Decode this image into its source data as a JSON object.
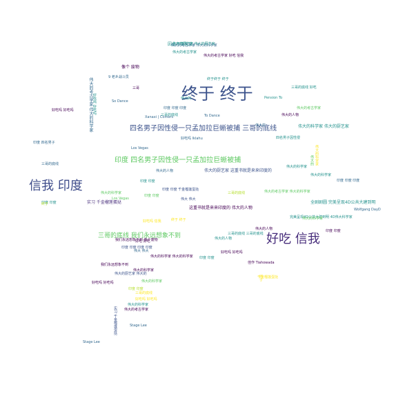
{
  "words": [
    {
      "text": "终于 终于",
      "color": "#3b528b"
    },
    {
      "text": "信我 印度",
      "color": "#3e4c8a"
    },
    {
      "text": "好吃 信我",
      "color": "#472d7b"
    },
    {
      "text": "四名男子因性侵一只孟加拉巨蜥被捕 三哥的底线",
      "color": "#3b528b"
    },
    {
      "text": "印度 四名男子因性侵一只孟加拉巨蜥被捕",
      "color": "#5ec962"
    },
    {
      "text": "三哥的底线 我们永远想象不到",
      "color": "#5ec962"
    },
    {
      "text": "因此不变英文",
      "color": "#21918c"
    },
    {
      "text": "伟大的考古学家 伟大的科学家",
      "color": "#31688e"
    },
    {
      "text": "实习 千金榴莲蛋挞",
      "color": "#472d7b"
    },
    {
      "text": "伟大的厨艺家 这重书就是来来印度的",
      "color": "#3b528b"
    },
    {
      "text": "好吃吗 Iklahu",
      "color": "#31688e"
    },
    {
      "text": "像个 废物",
      "color": "#440154"
    },
    {
      "text": "9 老乡战斗员",
      "color": "#31688e"
    },
    {
      "text": "Xanaxi | Comers",
      "color": "#31688e"
    },
    {
      "text": "So Dance",
      "color": "#31688e"
    },
    {
      "text": "Pension To",
      "color": "#21918c"
    },
    {
      "text": "Los Vegas",
      "color": "#31688e"
    },
    {
      "text": "Stage Lee",
      "color": "#31688e"
    },
    {
      "text": "To Dance",
      "color": "#31688e"
    },
    {
      "text": "Wolfgang DayD",
      "color": "#31688e"
    },
    {
      "text": "佳作 Tiahowada",
      "color": "#440154"
    },
    {
      "text": "全剧剧圆 完美呈现4D公共大建到明",
      "color": "#21918c"
    },
    {
      "text": "完美呈现4D公共大建到明 4D伟大科学家",
      "color": "#21918c"
    },
    {
      "text": "伟大的科学家 伟大的厨艺家",
      "color": "#21918c"
    },
    {
      "text": "伟大的考古学家 伟大的科学家",
      "color": "#5ec962"
    },
    {
      "text": "伟大的厨艺家 伟大的厨艺家",
      "color": "#21918c"
    },
    {
      "text": "印度 印度 印度",
      "color": "#31688e"
    },
    {
      "text": "三哥的底线",
      "color": "#21918c"
    },
    {
      "text": "终于终于 终于",
      "color": "#21918c"
    },
    {
      "text": "这重书就是来来印度的 伟大的人物",
      "color": "#440154"
    },
    {
      "text": "伟大的考古学家 好吃 信我",
      "color": "#440154"
    },
    {
      "text": "我们永远想象不到 像个废物",
      "color": "#440154"
    },
    {
      "text": "印度 印度 千金榴莲蛋挞",
      "color": "#3b528b"
    },
    {
      "text": "好吃吗 好吃吗",
      "color": "#440154"
    },
    {
      "text": "三哥的底线 三哥的底线",
      "color": "#21918c"
    },
    {
      "text": "Los Vegas",
      "color": "#5ec962"
    },
    {
      "text": "好吃吗 好吃吗",
      "color": "#fde725"
    },
    {
      "text": "伟大的人物",
      "color": "#440154"
    },
    {
      "text": "印度 印度",
      "color": "#b5de2b"
    },
    {
      "text": "伟大 伟大",
      "color": "#31688e"
    },
    {
      "text": "我们永远想象不到",
      "color": "#440154"
    },
    {
      "text": "好吃吗 信我",
      "color": "#fde725"
    },
    {
      "text": "印度 印度 印度 印度",
      "color": "#3b528b"
    },
    {
      "text": "伟大的科学家",
      "color": "#21918c"
    },
    {
      "text": "四名男子因性侵",
      "color": "#21918c"
    },
    {
      "text": "伟大的科学家",
      "color": "#5ec962"
    },
    {
      "text": "三哥的底线",
      "color": "#b5de2b"
    },
    {
      "text": "伟大的人物",
      "color": "#21918c"
    },
    {
      "text": "伟大的科学家 伟大的科学家",
      "color": "#440154"
    },
    {
      "text": "三哥的底线",
      "color": "#31688e"
    },
    {
      "text": "伟大的厨艺家 伟大的",
      "color": "#3b528b"
    },
    {
      "text": "印度 印度",
      "color": "#21918c"
    },
    {
      "text": "Stage Lee",
      "color": "#31688e"
    },
    {
      "text": "伟大的考古学家",
      "color": "#440154"
    },
    {
      "text": "伟大的科学家",
      "color": "#21918c"
    },
    {
      "text": "印度 四名男子",
      "color": "#31688e"
    },
    {
      "text": "好吃吗 好吃吗",
      "color": "#440154"
    },
    {
      "text": "千金榴莲蛋挞",
      "color": "#fde725"
    },
    {
      "text": "伟大的科学家",
      "color": "#5ec962"
    },
    {
      "text": "印度 印度",
      "color": "#440154"
    },
    {
      "text": "伟大的人物",
      "color": "#440154"
    },
    {
      "text": "终于",
      "color": "#b5de2b"
    },
    {
      "text": "三哥",
      "color": "#440154"
    },
    {
      "text": "三哥的底线 好吃",
      "color": "#21918c"
    },
    {
      "text": "伟大的",
      "color": "#31688e"
    },
    {
      "text": "伟大的科学家",
      "color": "#21918c"
    },
    {
      "text": "伟大的考古学家",
      "color": "#5ec962"
    },
    {
      "text": "印度 印度 印度",
      "color": "#31688e"
    },
    {
      "text": "好吃 好吃",
      "color": "#440154"
    },
    {
      "text": "伟大的科学家",
      "color": "#5ec962"
    },
    {
      "text": "印度 印度",
      "color": "#5ec962"
    },
    {
      "text": "终于 终于",
      "color": "#fde725"
    },
    {
      "text": "伟大的",
      "color": "#21918c"
    },
    {
      "text": "伟大的科学家",
      "color": "#440154"
    },
    {
      "text": "印度 印度",
      "color": "#21918c"
    },
    {
      "text": "伟大的人物",
      "color": "#31688e"
    },
    {
      "text": "伟大 伟大",
      "color": "#3b528b"
    },
    {
      "text": "三哥的底线",
      "color": "#fde725"
    },
    {
      "text": "好吃吗 好吃吗",
      "color": "#440154"
    },
    {
      "text": "印度 印度",
      "color": "#21918c"
    },
    {
      "text": "伟大的考古学家",
      "color": "#21918c"
    }
  ]
}
